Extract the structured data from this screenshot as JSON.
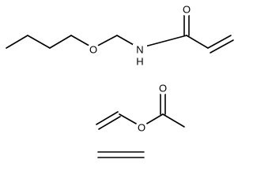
{
  "structures": [
    {
      "id": "n-butoxymethyl-acrylamide",
      "atoms": {
        "oxygen_ether": "O",
        "nitrogen": "N",
        "hydrogen": "H",
        "oxygen_carbonyl": "O"
      }
    },
    {
      "id": "vinyl-acetate",
      "atoms": {
        "oxygen_ester": "O",
        "oxygen_carbonyl": "O"
      }
    },
    {
      "id": "ethylene",
      "atoms": {}
    }
  ]
}
